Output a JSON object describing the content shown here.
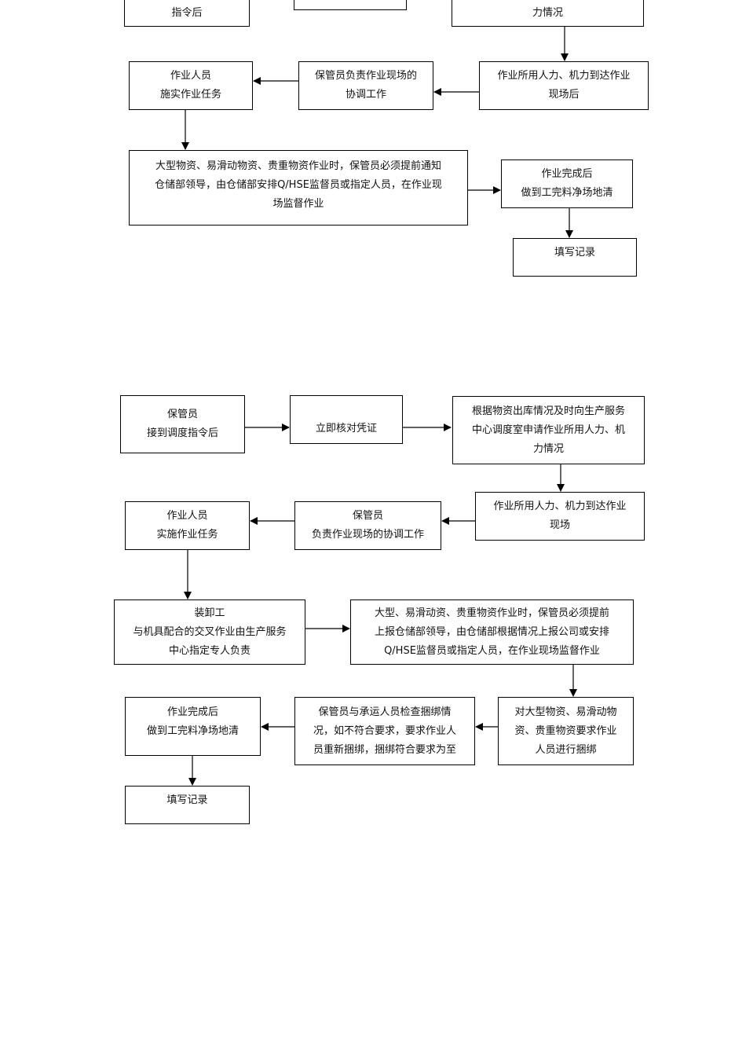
{
  "diagram_1": {
    "nodes": {
      "receive_order_cut": "指令后",
      "verify_cut": "",
      "apply_resources_cut": "力情况",
      "resources_arrive": "作业所用人力、机力到达作业\n现场后",
      "keeper_coordinate": "保管员负责作业现场的\n协调工作",
      "workers_execute": "作业人员\n施实作业任务",
      "special_goods": "大型物资、易滑动物资、贵重物资作业时，保管员必须提前通知\n仓储部领导，由仓储部安排Q/HSE监督员或指定人员，在作业现\n场监督作业",
      "work_complete": "作业完成后\n做到工完料净场地清",
      "fill_record": "填写记录"
    }
  },
  "diagram_2": {
    "nodes": {
      "keeper_receive_order": "保管员\n接到调度指令后",
      "verify_voucher": "立即核对凭证",
      "apply_resources": "根据物资出库情况及时向生产服务\n中心调度室申请作业所用人力、机\n力情况",
      "resources_arrive": "作业所用人力、机力到达作业\n现场",
      "keeper_coordinate": "保管员\n负责作业现场的协调工作",
      "workers_execute": "作业人员\n实施作业任务",
      "loaders": "装卸工\n与机具配合的交叉作业由生产服务\n中心指定专人负责",
      "special_goods": "大型、易滑动资、贵重物资作业时，保管员必须提前\n上报仓储部领导，由仓储部根据情况上报公司或安排\nQ/HSE监督员或指定人员，在作业现场监督作业",
      "bundling": "对大型物资、易滑动物\n资、贵重物资要求作业\n人员进行捆绑",
      "check_bundling": "保管员与承运人员检查捆绑情\n况，如不符合要求，要求作业人\n员重新捆绑，捆绑符合要求为至",
      "work_complete": "作业完成后\n做到工完料净场地清",
      "fill_record": "填写记录"
    }
  }
}
